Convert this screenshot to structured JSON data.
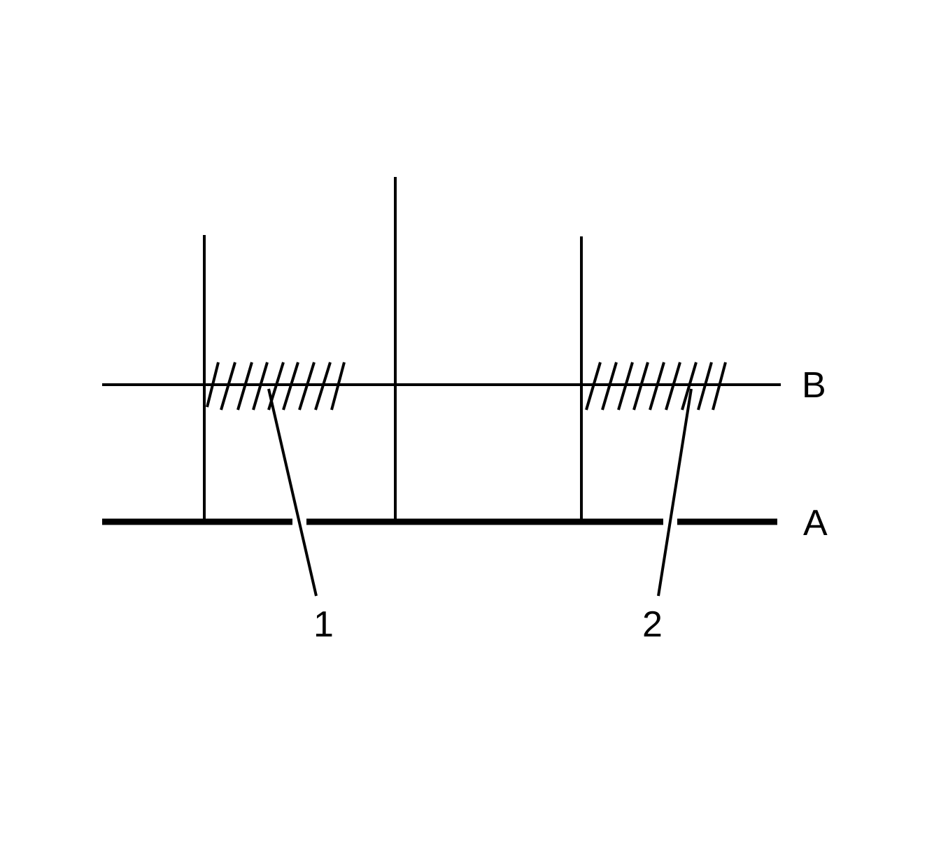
{
  "diagram": {
    "line_labels": {
      "upper": "B",
      "lower": "A"
    },
    "callouts": {
      "left": "1",
      "right": "2"
    },
    "colors": {
      "ink": "#000000",
      "background": "#ffffff"
    }
  }
}
